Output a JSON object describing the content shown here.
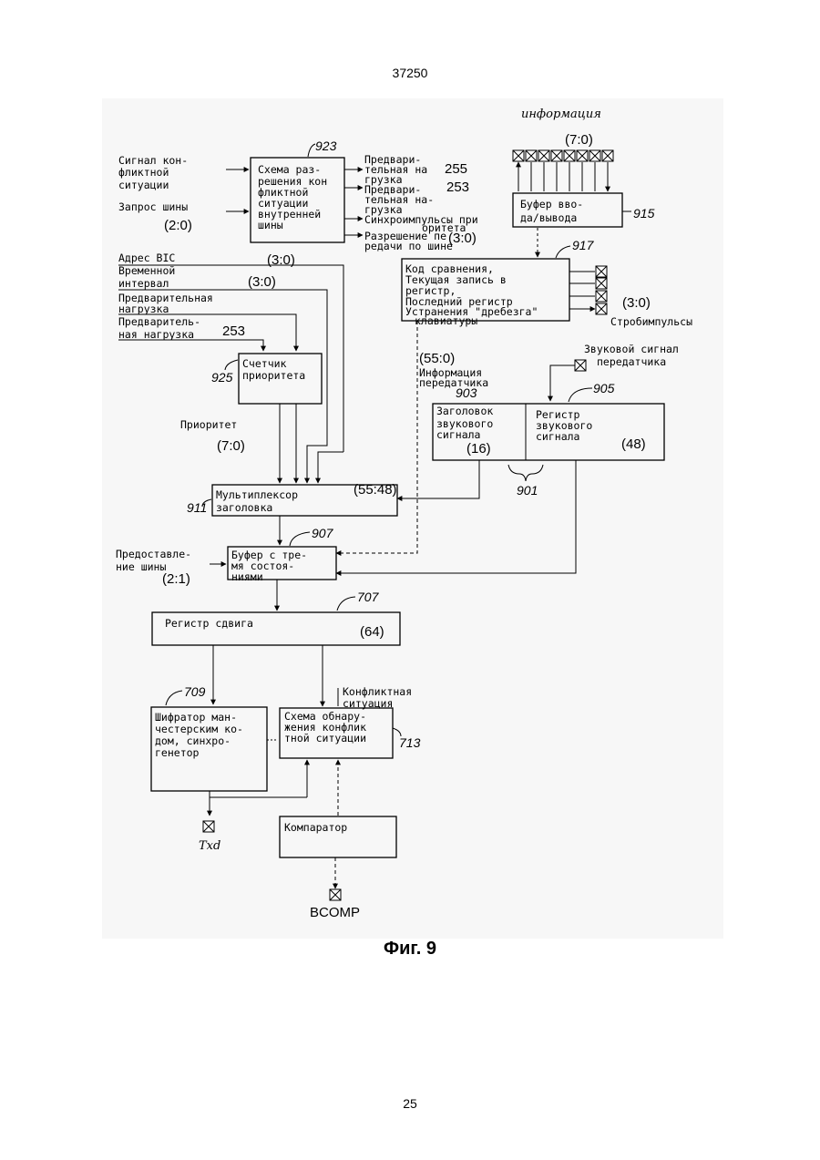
{
  "page": {
    "doc_number": "37250",
    "figure_caption": "Фиг. 9",
    "page_number": "25"
  },
  "diagram": {
    "top_right_note": "информация",
    "top_right_bus": "(7:0)",
    "conflict_input": [
      "Сигнал кон-",
      "фликтной",
      "ситуации"
    ],
    "bus_request_input": [
      "Запрос шины"
    ],
    "bus_request_bits": "(2:0)",
    "block_923": {
      "ref": "923",
      "lines": [
        "Схема раз-",
        "решения кон",
        "фликтной",
        "ситуации",
        "внутренней",
        "шины"
      ]
    },
    "out_923": [
      "Предвари-",
      "тельная на",
      "грузка",
      "Предвари-",
      "тельная на-",
      "грузка",
      "Синхроимпульсы при",
      "оритета",
      "Разрешение пе",
      "редачи по шине"
    ],
    "out_923_values": [
      "255",
      "253",
      "(3:0)"
    ],
    "block_915": {
      "ref": "915",
      "lines": [
        "Буфер вво-",
        "да/вывода"
      ]
    },
    "block_917": {
      "ref": "917",
      "lines": [
        "Код сравнения,",
        "Текущая запись в",
        "регистр,",
        "Последний регистр",
        "Устранения \"дребезга\"",
        "клавиатуры"
      ]
    },
    "strobe_bits": "(3:0)",
    "strobe_label": "Стробимпульсы",
    "left_inputs": {
      "bic_address": "Адрес BIC",
      "bic_bits": "(3:0)",
      "time_interval": [
        "Временной",
        "интервал"
      ],
      "time_bits": "(3:0)",
      "preload_1": [
        "Предварительная",
        "нагрузка"
      ],
      "preload_2": [
        "Предваритель-",
        "ная нагрузка"
      ],
      "preload_2_value": "253"
    },
    "block_925": {
      "ref": "925",
      "lines": [
        "Счетчик",
        "приоритета"
      ]
    },
    "priority_label": "Приоритет",
    "priority_bits": "(7:0)",
    "transmitter_info_bits": "(55:0)",
    "transmitter_info": [
      "Информация",
      "передатчика"
    ],
    "audio_signal_input": [
      "Звуковой сигнал",
      "передатчика"
    ],
    "block_903": {
      "ref": "903",
      "lines": [
        "Заголовок",
        "звукового",
        "сигнала"
      ],
      "bits": "(16)"
    },
    "block_905": {
      "ref": "905",
      "lines": [
        "Регистр",
        "звукового",
        "сигнала"
      ],
      "bits": "(48)"
    },
    "ref_901": "901",
    "block_911": {
      "ref": "911",
      "lines": [
        "Мультиплексор",
        "заголовка"
      ]
    },
    "bits_55_48": "(55:48)",
    "block_907": {
      "ref": "907",
      "lines": [
        "Буфер с тре-",
        "мя состоя-",
        "ниями"
      ]
    },
    "bus_grant_input": [
      "Предоставле-",
      "ние шины"
    ],
    "bus_grant_bits": "(2:1)",
    "block_707": {
      "ref": "707",
      "lines": [
        "Регистр сдвига"
      ],
      "bits": "(64)"
    },
    "block_709": {
      "ref": "709",
      "lines": [
        "Шифратор ман-",
        "честерским ко-",
        "дом, синхро-",
        "генетор"
      ]
    },
    "block_713": {
      "ref": "713",
      "lines": [
        "Схема обнару-",
        "жения конфлик",
        "тной ситуации"
      ]
    },
    "conflict_output": [
      "Конфликтная",
      "ситуация"
    ],
    "block_comparator": {
      "lines": [
        "Компаратор"
      ]
    },
    "pin_txd": "Txd",
    "pin_bcomp": "BCOMP"
  }
}
